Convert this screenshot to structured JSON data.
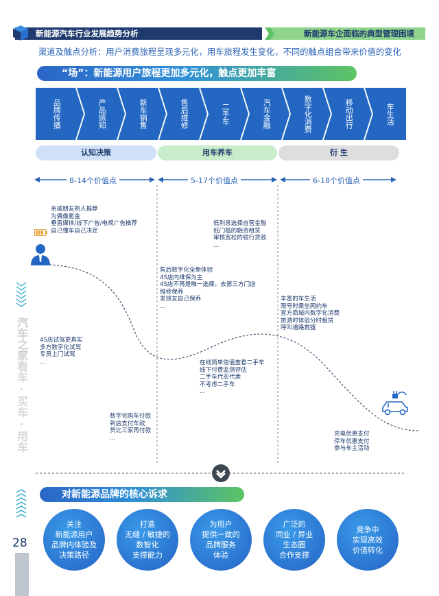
{
  "header": {
    "left_title": "新能源汽车行业发展趋势分析",
    "right_title": "新能源车企面临的典型管理困境"
  },
  "subtitle": "渠道及触点分析：用户消费旅程呈现多元化，用车旅程发生变化，不同的触点组合带来价值的变化",
  "banner1": "“场”：新能源用户旅程更加多元化，触点更加丰富",
  "journey_steps": [
    "品牌传播",
    "产品感知",
    "新车销售",
    "售后维修",
    "二手车",
    "汽车金融",
    "数字化消费",
    "移动出行",
    "车生活"
  ],
  "stages": [
    "认知决策",
    "用车养车",
    "衍 生"
  ],
  "value_ranges": [
    "8-14个价值点",
    "5-17个价值点",
    "6-18个价值点"
  ],
  "touchpoints": {
    "g1": [
      "亲戚朋友熟人推荐",
      "为偶像氪金",
      "垂直媒体/线下广告/电视广告推荐",
      "自己懂车自己决定"
    ],
    "g2": [
      "低利息选择自营金融",
      "低门槛的融资租赁",
      "审核宽松的银行贷款",
      "..."
    ],
    "g3": [
      "售后数字化全新体验",
      "4S店内维保为主",
      "4S店不再是唯一选择，去第三方门店",
      "维修保养",
      "发烧友自己保养",
      "..."
    ],
    "g4": [
      "丰富的车生活",
      "限号时乘坐网约车",
      "官方商城内数字化消费",
      "旅游时体验分时租赁",
      "呼叫道路救援"
    ],
    "g5": [
      "4S店试驾更真实",
      "多方数字化试驾",
      "专员上门试驾",
      "..."
    ],
    "g6": [
      "在线简单估值查看二手车",
      "线下付费监测评估",
      "二手车代买代卖",
      "不考虑二手车",
      "..."
    ],
    "g7": [
      "数字化购车付款",
      "到店支付车款",
      "货比三家再付款",
      "..."
    ],
    "g8": [
      "充电优惠支付",
      "停车优惠支付",
      "参与车主活动"
    ]
  },
  "side": {
    "brand": "汽车之家",
    "slogan": "看车·买车·用车"
  },
  "page_number": "28",
  "banner2": "对新能源品牌的核心诉求",
  "demands": [
    [
      "关注",
      "新能源用户",
      "品牌内体验及",
      "决策路径"
    ],
    [
      "打造",
      "无缝 / 敏捷的",
      "数智化",
      "支撑能力"
    ],
    [
      "为用户",
      "提供一致的",
      "品牌服务",
      "体验"
    ],
    [
      "广泛的",
      "同业 / 异业",
      "生态圈",
      "合作支撑"
    ],
    [
      "竞争中",
      "实现高效",
      "价值转化"
    ]
  ],
  "colors": {
    "navy": "#1e3a6e",
    "blue": "#2b74d0",
    "green": "#8fd48c",
    "chevron": "#2367c3"
  }
}
